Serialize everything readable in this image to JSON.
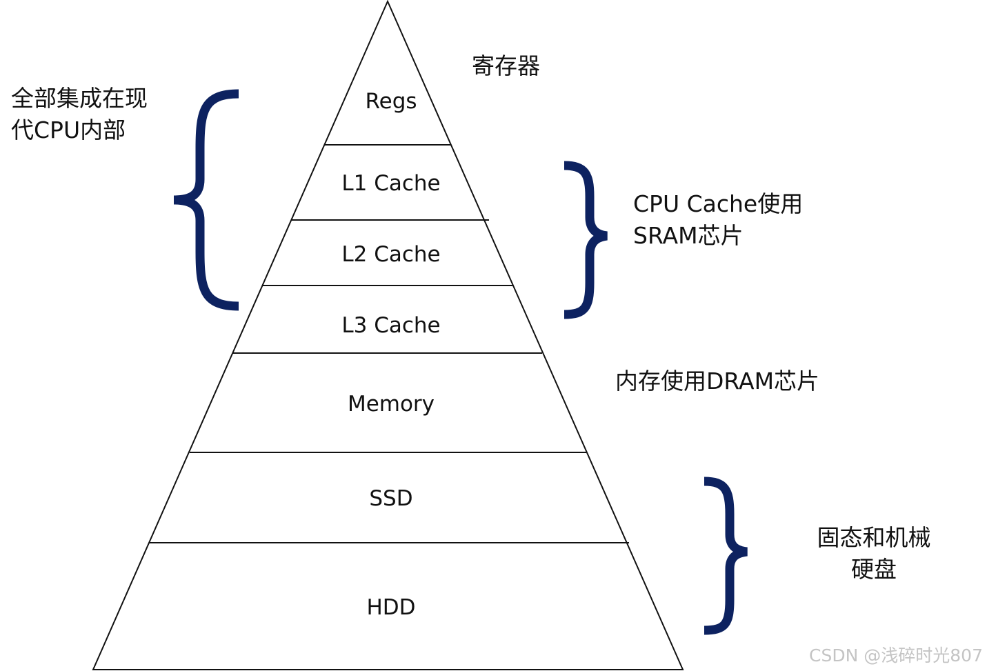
{
  "pyramid": {
    "layers": [
      "Regs",
      "L1 Cache",
      "L2 Cache",
      "L3 Cache",
      "Memory",
      "SSD",
      "HDD"
    ]
  },
  "annotations": {
    "registers": "寄存器",
    "integrated_line1": "全部集成在现",
    "integrated_line2": "代CPU内部",
    "cpu_cache_line1": "CPU Cache使用",
    "cpu_cache_line2": "SRAM芯片",
    "memory_dram": "内存使用DRAM芯片",
    "disk_line1": "固态和机械",
    "disk_line2": "硬盘"
  },
  "colors": {
    "outline": "#111111",
    "brace": "#0d2260"
  },
  "watermark": "CSDN @浅碎时光807"
}
